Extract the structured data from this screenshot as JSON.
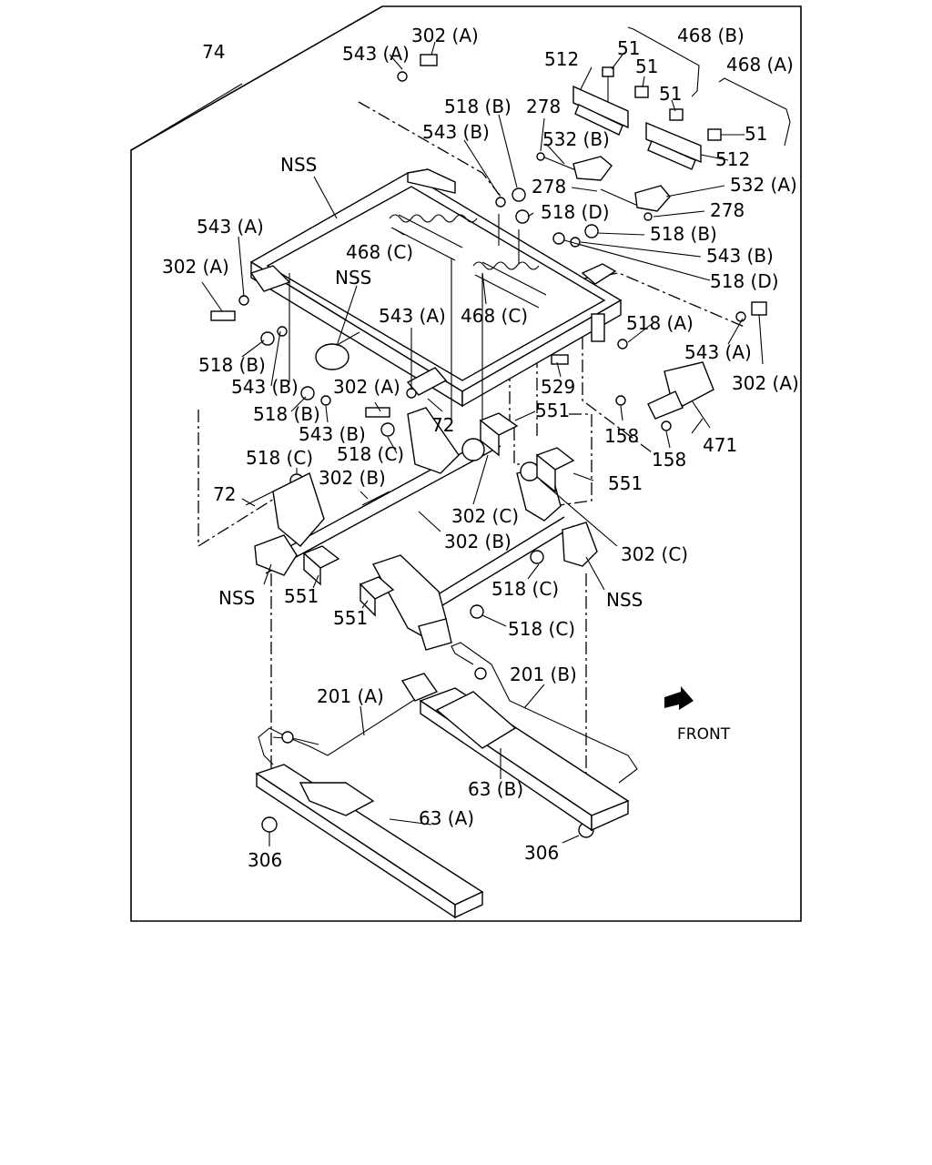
{
  "diagram": {
    "frame_ref": "74",
    "front_label": "FRONT",
    "labels": {
      "l_302A_top": "302 (A)",
      "l_543A_top": "543 (A)",
      "l_468B": "468 (B)",
      "l_512_a": "512",
      "l_51_a": "51",
      "l_51_b": "51",
      "l_468A": "468 (A)",
      "l_51_c": "51",
      "l_51_d": "51",
      "l_512_b": "512",
      "l_518B_a": "518 (B)",
      "l_278_a": "278",
      "l_543B_a": "543 (B)",
      "l_532B": "532 (B)",
      "l_NSS_top": "NSS",
      "l_278_b": "278",
      "l_532A": "532 (A)",
      "l_518D_a": "518 (D)",
      "l_278_c": "278",
      "l_543A_left": "543 (A)",
      "l_468C_a": "468 (C)",
      "l_518B_b": "518 (B)",
      "l_302A_left": "302 (A)",
      "l_543B_b": "543 (B)",
      "l_518D_b": "518 (D)",
      "l_NSS_mid": "NSS",
      "l_543A_mid": "543 (A)",
      "l_468C_b": "468 (C)",
      "l_518A": "518 (A)",
      "l_518B_c": "518 (B)",
      "l_543A_right": "543 (A)",
      "l_543B_c": "543 (B)",
      "l_302A_mid": "302 (A)",
      "l_529": "529",
      "l_302A_right": "302 (A)",
      "l_518B_d": "518 (B)",
      "l_72_a": "72",
      "l_551_a": "551",
      "l_543B_d": "543 (B)",
      "l_518C_a": "518 (C)",
      "l_158_a": "158",
      "l_471": "471",
      "l_518C_b": "518 (C)",
      "l_158_b": "158",
      "l_302B_a": "302 (B)",
      "l_551_b": "551",
      "l_72_b": "72",
      "l_302C_a": "302 (C)",
      "l_302B_b": "302 (B)",
      "l_302C_b": "302 (C)",
      "l_NSS_left": "NSS",
      "l_518C_c": "518 (C)",
      "l_551_c": "551",
      "l_NSS_right": "NSS",
      "l_551_d": "551",
      "l_518C_d": "518 (C)",
      "l_201A": "201 (A)",
      "l_201B": "201 (B)",
      "l_63B": "63 (B)",
      "l_63A": "63 (A)",
      "l_306_a": "306",
      "l_306_b": "306"
    }
  }
}
